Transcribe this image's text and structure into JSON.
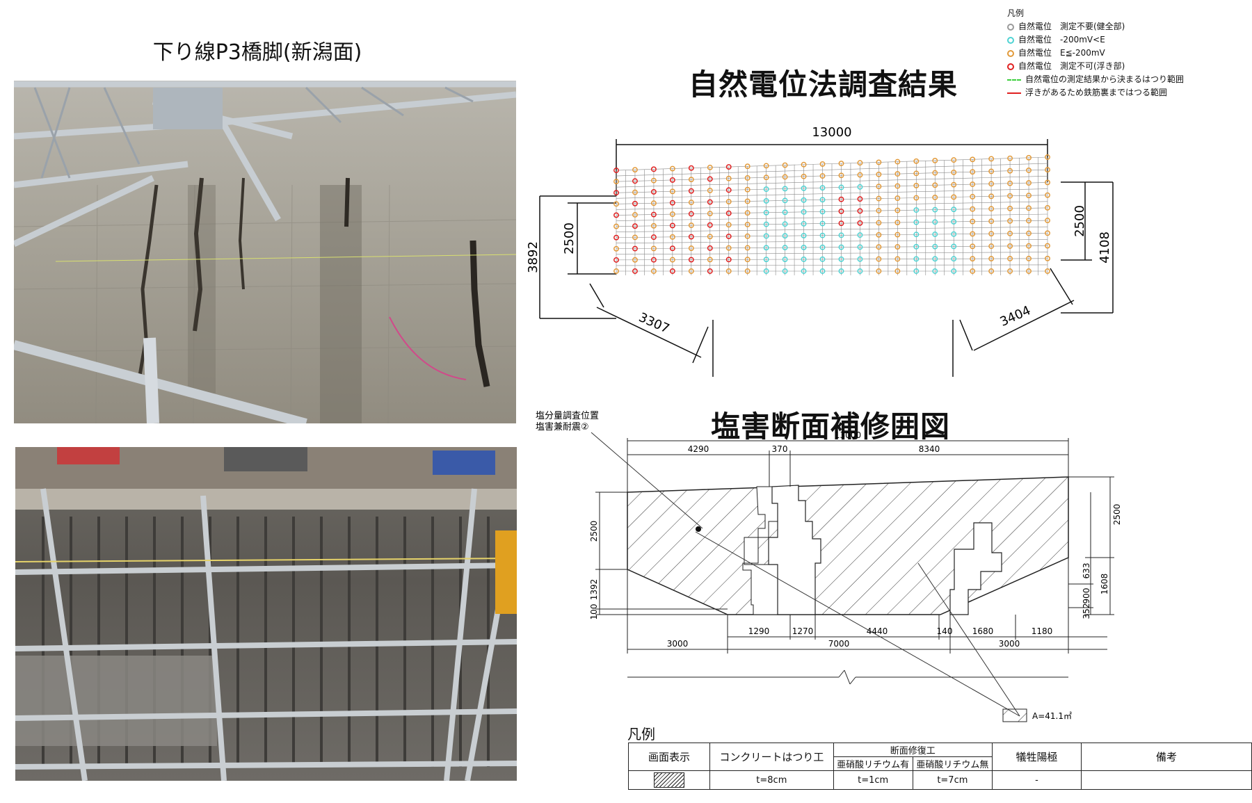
{
  "left_title": "下り線P3橋脚(新潟面)",
  "title_potential": "自然電位法調査結果",
  "title_repair": "塩害断面補修囲図",
  "legend_top": {
    "header": "凡例",
    "items": [
      {
        "label": "自然電位　測定不要(健全部)",
        "color": "#9a9a9a",
        "kind": "dot"
      },
      {
        "label": "自然電位　-200mV<E",
        "color": "#4fd3d3",
        "kind": "dot"
      },
      {
        "label": "自然電位　E≦-200mV",
        "color": "#e29a3a",
        "kind": "dot"
      },
      {
        "label": "自然電位　測定不可(浮き部)",
        "color": "#e02020",
        "kind": "dot"
      },
      {
        "label": "自然電位の測定結果から決まるはつり範囲",
        "color": "#3ccf3c",
        "kind": "dash"
      },
      {
        "label": "浮きがあるため鉄筋裏まではつる範囲",
        "color": "#e02020",
        "kind": "line"
      }
    ]
  },
  "drawing_top": {
    "dims": {
      "width": "13000",
      "left_h": "3892",
      "left_inner": "2500",
      "right_h": "4108",
      "right_inner": "2500",
      "left_diag": "3307",
      "right_diag": "3404"
    }
  },
  "drawing_bottom": {
    "note_line1": "塩分量調査位置",
    "note_line2": "塩害兼耐震②",
    "top_total": "13000",
    "top_dims": [
      "4290",
      "370",
      "8340"
    ],
    "left_dims": [
      "2500",
      "1392",
      "100"
    ],
    "right_dims": [
      "2500",
      "633",
      "1608",
      "900",
      "352"
    ],
    "bottom_dims": [
      "1290",
      "1270",
      "4440",
      "140",
      "1680",
      "1180"
    ],
    "bottom_dims2": [
      "3000",
      "7000",
      "3000"
    ],
    "area": "A=41.1㎡"
  },
  "bottom_legend": {
    "title": "凡例",
    "headers": {
      "display": "画面表示",
      "chipping": "コンクリートはつり工",
      "repair": "断面修復工",
      "repair_with": "亜硝酸リチウム有",
      "repair_without": "亜硝酸リチウム無",
      "anode": "犠牲陽極",
      "remarks": "備考"
    },
    "values": {
      "chipping": "t=8cm",
      "repair_with": "t=1cm",
      "repair_without": "t=7cm",
      "anode": "-"
    }
  },
  "colors": {
    "dot_orange": "#e29a3a",
    "dot_cyan": "#4fd3d3",
    "dot_red": "#e02020",
    "grid": "#8a8a8a"
  }
}
